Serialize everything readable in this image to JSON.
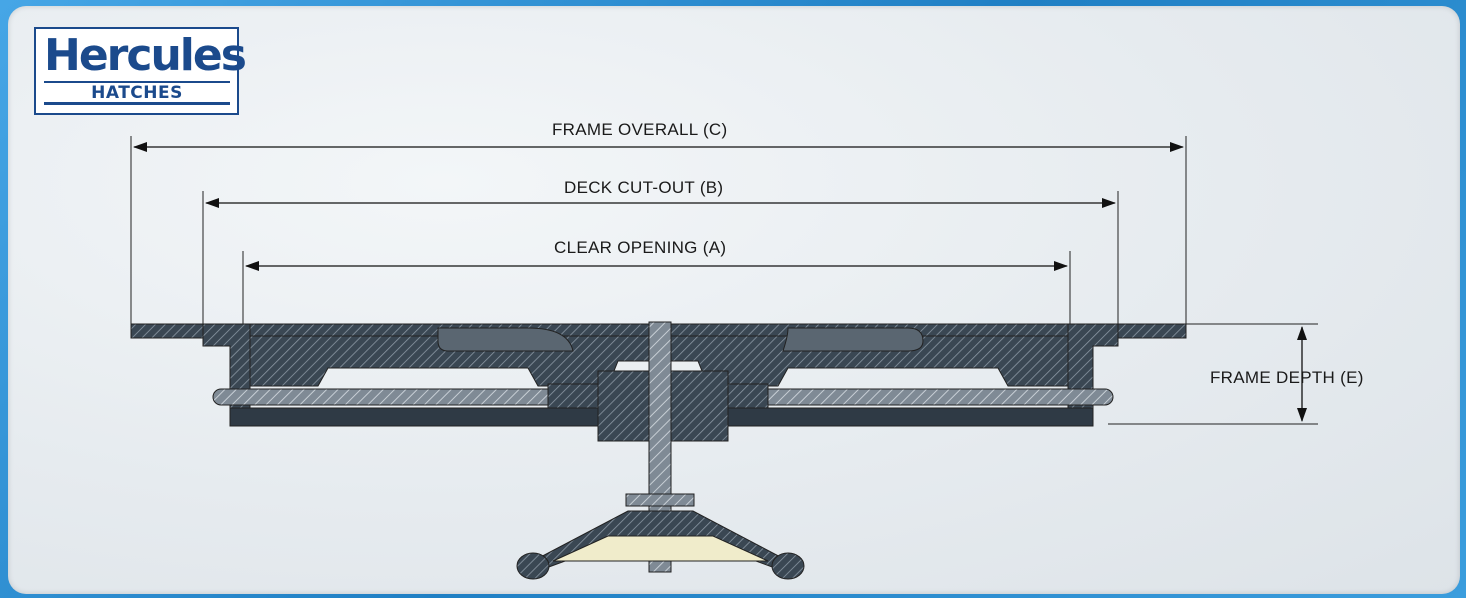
{
  "logo": {
    "brand": "Hercules",
    "subtitle": "HATCHES"
  },
  "dimensions": {
    "frame_overall": "FRAME OVERALL  (C)",
    "deck_cut_out": "DECK CUT-OUT    (B)",
    "clear_opening": "CLEAR OPENING  (A)",
    "frame_depth": "FRAME DEPTH   (E)"
  },
  "colors": {
    "background_blue": "#2d8fd0",
    "logo_blue": "#1b4a8c",
    "metal_dark": "#3a4753",
    "gasket": "#8c96a1",
    "handle_pad": "#f0eccb"
  }
}
